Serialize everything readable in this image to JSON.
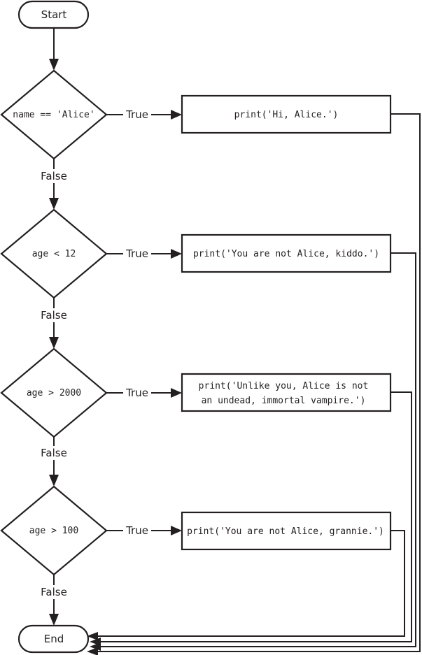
{
  "start": {
    "label": "Start"
  },
  "end": {
    "label": "End"
  },
  "decisions": [
    {
      "condition": "name == 'Alice'",
      "true_label": "True",
      "false_label": "False",
      "action_lines": [
        "print('Hi, Alice.')"
      ]
    },
    {
      "condition": "age < 12",
      "true_label": "True",
      "false_label": "False",
      "action_lines": [
        "print('You are not Alice, kiddo.')"
      ]
    },
    {
      "condition": "age > 2000",
      "true_label": "True",
      "false_label": "False",
      "action_lines": [
        "print('Unlike you, Alice is not",
        "an undead, immortal vampire.')"
      ]
    },
    {
      "condition": "age > 100",
      "true_label": "True",
      "false_label": "False",
      "action_lines": [
        "print('You are not Alice, grannie.')"
      ]
    }
  ],
  "colors": {
    "stroke": "#231f20",
    "fill": "#ffffff"
  }
}
